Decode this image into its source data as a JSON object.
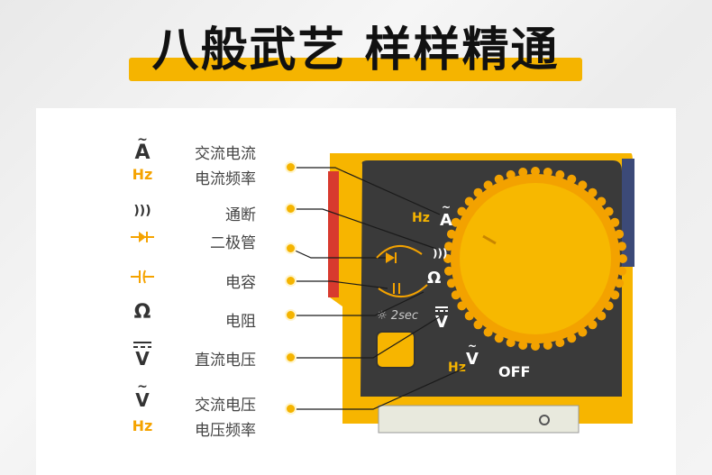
{
  "banner": {
    "title": "八般武艺 样样精通"
  },
  "legend": [
    {
      "symbols": [
        {
          "text": "Ã",
          "color": "dark"
        },
        {
          "text": "Hz",
          "color": "orange"
        }
      ],
      "labels": [
        "交流电流",
        "电流频率"
      ]
    },
    {
      "symbols": [
        {
          "text": ")))",
          "color": "dark"
        }
      ],
      "labels": [
        "通断"
      ]
    },
    {
      "symbols": [
        {
          "text": "→+",
          "color": "orange"
        }
      ],
      "labels": [
        "二极管"
      ]
    },
    {
      "symbols": [
        {
          "text": "⊣⊢",
          "color": "orange"
        }
      ],
      "labels": [
        "电容"
      ]
    },
    {
      "symbols": [
        {
          "text": "Ω",
          "color": "dark"
        }
      ],
      "labels": [
        "电阻"
      ]
    },
    {
      "symbols": [
        {
          "text": "V̄",
          "color": "dark"
        }
      ],
      "labels": [
        "直流电压"
      ]
    },
    {
      "symbols": [
        {
          "text": "Ṽ",
          "color": "dark"
        },
        {
          "text": "Hz",
          "color": "orange"
        }
      ],
      "labels": [
        "交流电压",
        "电压频率"
      ]
    }
  ],
  "meter": {
    "dial_labels": {
      "hz_a": "Hz",
      "a": "A",
      "continuity": ")))",
      "ohm": "Ω",
      "two_sec": "2sec",
      "dc_v": "V",
      "hz_v": "Hz",
      "ac_v": "V",
      "off": "OFF"
    }
  },
  "colors": {
    "accent_yellow": "#f5b400",
    "meter_yellow": "#f7b500",
    "dial_orange": "#f3a200",
    "panel_dark": "#3a3a3a",
    "red_edge": "#d83a2e",
    "text_dark": "#333333",
    "text_orange": "#f5a300"
  }
}
